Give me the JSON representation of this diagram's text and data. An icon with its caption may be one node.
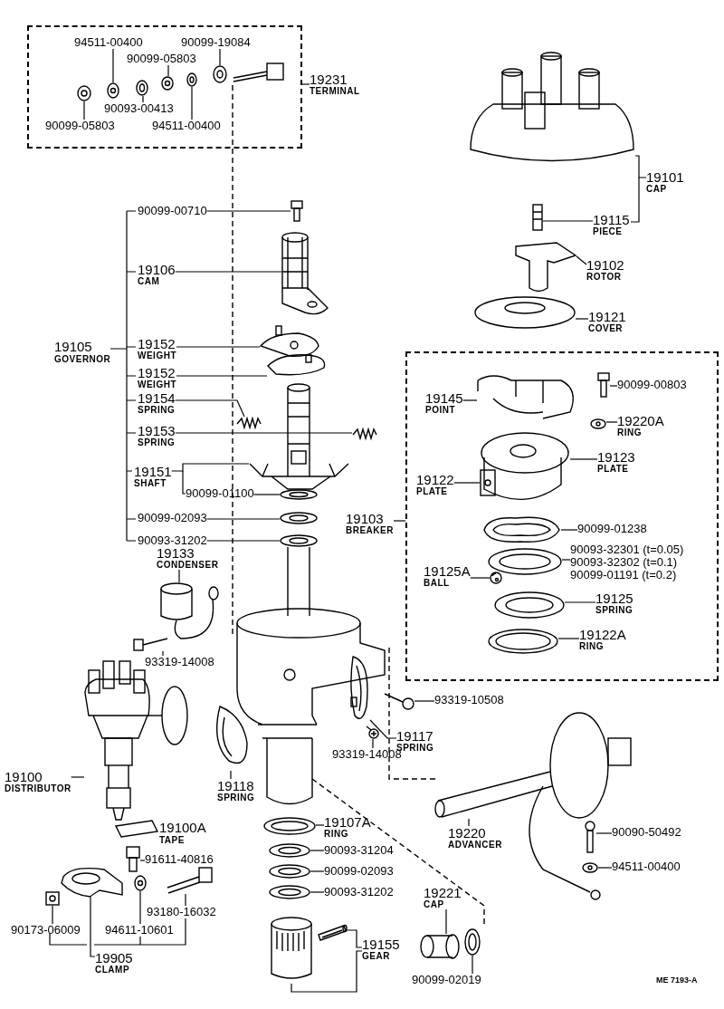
{
  "diagram": {
    "nodes": [
      {
        "text": [],
        "shape": "box"
      },
      {
        "text": [
          "94511-00400"
        ],
        "in": 0
      },
      {
        "text": [
          "90099-19084"
        ],
        "in": 0
      },
      {
        "text": [
          "90099-05803"
        ],
        "in": 0
      },
      {
        "text": [
          "90093-00413"
        ],
        "in": 0
      },
      {
        "text": [
          "94511-00400"
        ],
        "in": 0
      },
      {
        "text": [
          "90099-05803"
        ],
        "in": 0
      },
      {
        "text": [
          "19231",
          "TERMINAL"
        ]
      },
      {
        "text": [
          "19101",
          "CAP"
        ]
      },
      {
        "text": [
          "90099-00710"
        ]
      },
      {
        "text": [
          "19115",
          "PIECE"
        ]
      },
      {
        "text": [
          "19106",
          "CAM"
        ]
      },
      {
        "text": [
          "19102",
          "ROTOR"
        ]
      },
      {
        "text": [
          "19121",
          "COVER"
        ]
      },
      {
        "text": [
          "19152",
          "WEIGHT"
        ]
      },
      {
        "text": [
          "19152",
          "WEIGHT"
        ]
      },
      {
        "text": [],
        "shape": "box"
      },
      {
        "text": [
          "19145",
          "POINT"
        ],
        "in": 16
      },
      {
        "text": [
          "90099-00803"
        ],
        "in": 16
      },
      {
        "text": [
          "19220A",
          "RING"
        ],
        "in": 16
      },
      {
        "text": [
          "19123",
          "PLATE"
        ],
        "in": 16
      },
      {
        "text": [
          "19122",
          "PLATE"
        ],
        "in": 16
      },
      {
        "text": [
          "90099-01238"
        ],
        "in": 16
      },
      {
        "text": [
          "19125A",
          "BALL"
        ],
        "in": 16
      },
      {
        "text": [
          "90093-32301 (t=0.05)",
          "90093-32302 (t=0.1)",
          "90099-01191 (t=0.2)"
        ],
        "in": 16
      },
      {
        "text": [
          "19125",
          "SPRING"
        ],
        "in": 16
      },
      {
        "text": [
          "19122A",
          "RING"
        ],
        "in": 16
      },
      {
        "text": [
          "19154",
          "SPRING"
        ]
      },
      {
        "text": [
          "19153",
          "SPRING"
        ]
      },
      {
        "text": [
          "19151",
          "SHAFT"
        ]
      },
      {
        "text": [
          "90099-01100"
        ]
      },
      {
        "text": [
          "19103",
          "BREAKER"
        ]
      },
      {
        "text": [
          "90099-02093"
        ]
      },
      {
        "text": [
          "90093-31202"
        ]
      },
      {
        "text": [
          "19133",
          "CONDENSER"
        ]
      },
      {
        "text": [
          "93319-14008"
        ]
      },
      {
        "text": [
          "93319-10508"
        ]
      },
      {
        "text": [
          "19117",
          "SPRING"
        ]
      },
      {
        "text": [
          "19100",
          "DISTRIBUTOR"
        ]
      },
      {
        "text": [
          "19118",
          "SPRING"
        ]
      },
      {
        "text": [
          "93319-14008"
        ]
      },
      {
        "text": [
          "19220",
          "ADVANCER"
        ]
      },
      {
        "text": [
          "19107A",
          "RING"
        ]
      },
      {
        "text": [
          "90090-50492"
        ]
      },
      {
        "text": [
          "91611-40816"
        ]
      },
      {
        "text": [
          "90093-31204"
        ]
      },
      {
        "text": [
          "94511-00400"
        ]
      },
      {
        "text": [
          "90099-02093"
        ]
      },
      {
        "text": [
          "93180-16032"
        ]
      },
      {
        "text": [
          "90093-31202"
        ]
      },
      {
        "text": [
          "19221",
          "CAP"
        ]
      },
      {
        "text": [
          "90173-06009"
        ]
      },
      {
        "text": [
          "94611-10601"
        ]
      },
      {
        "text": [
          "19155",
          "GEAR"
        ]
      },
      {
        "text": [
          "19905",
          "CLAMP"
        ]
      },
      {
        "text": [
          "90099-02019"
        ]
      },
      {
        "text": [],
        "shape": "picture",
        "in": 0
      },
      {
        "text": [],
        "shape": "picture",
        "in": 0
      },
      {
        "text": [],
        "shape": "picture",
        "in": 0
      },
      {
        "text": [],
        "shape": "picture",
        "in": 0
      },
      {
        "text": [],
        "shape": "picture",
        "in": 0
      },
      {
        "text": [],
        "shape": "picture",
        "in": 0
      },
      {
        "text": [],
        "shape": "picture"
      },
      {
        "text": [],
        "shape": "picture"
      },
      {
        "text": [],
        "shape": "picture"
      },
      {
        "text": [],
        "shape": "picture"
      },
      {
        "text": [],
        "shape": "picture"
      },
      {
        "text": [],
        "shape": "picture"
      },
      {
        "text": [],
        "shape": "picture"
      },
      {
        "text": [],
        "shape": "picture"
      },
      {
        "text": [],
        "shape": "picture",
        "in": 16
      },
      {
        "text": [],
        "shape": "picture",
        "in": 16
      },
      {
        "text": [],
        "shape": "picture",
        "in": 16
      },
      {
        "text": [],
        "shape": "picture",
        "in": 16
      },
      {
        "text": [],
        "shape": "picture",
        "in": 16
      },
      {
        "text": [],
        "shape": "picture",
        "in": 16
      },
      {
        "text": [],
        "shape": "picture",
        "in": 16
      },
      {
        "text": [],
        "shape": "picture",
        "in": 16
      },
      {
        "text": [],
        "shape": "picture",
        "in": 16
      },
      {
        "text": [],
        "shape": "picture",
        "in": 16
      },
      {
        "text": [],
        "shape": "picture"
      },
      {
        "text": [],
        "shape": "picture"
      },
      {
        "text": [],
        "shape": "picture"
      },
      {
        "text": [],
        "shape": "picture"
      },
      {
        "text": [],
        "shape": "picture"
      },
      {
        "text": [],
        "shape": "picture"
      },
      {
        "text": [],
        "shape": "picture"
      },
      {
        "text": [],
        "shape": "picture"
      },
      {
        "text": [],
        "shape": "picture"
      },
      {
        "text": [],
        "shape": "picture"
      },
      {
        "text": [],
        "shape": "picture"
      },
      {
        "text": [],
        "shape": "picture"
      },
      {
        "text": [],
        "shape": "picture"
      },
      {
        "text": [],
        "shape": "picture"
      },
      {
        "text": [],
        "shape": "picture"
      },
      {
        "text": [],
        "shape": "picture"
      },
      {
        "text": [],
        "shape": "picture"
      },
      {
        "text": [],
        "shape": "picture"
      },
      {
        "text": [],
        "shape": "picture"
      },
      {
        "text": [],
        "shape": "picture"
      },
      {
        "text": [],
        "shape": "picture"
      },
      {
        "text": [],
        "shape": "picture"
      },
      {
        "text": [],
        "shape": "picture"
      },
      {
        "text": [],
        "shape": "picture"
      },
      {
        "text": [],
        "shape": "picture"
      },
      {
        "text": [],
        "shape": "picture"
      },
      {
        "text": [],
        "shape": "picture"
      },
      {
        "text": [],
        "shape": "picture"
      },
      {
        "text": [],
        "shape": "picture"
      }
    ],
    "edges": [
      {
        "from": 1,
        "to": 56,
        "arrow": "none"
      },
      {
        "from": 2,
        "to": 57,
        "arrow": "none"
      },
      {
        "from": 3,
        "to": 58,
        "arrow": "none"
      },
      {
        "from": 4,
        "to": 59,
        "arrow": "none"
      },
      {
        "from": 5,
        "to": 60,
        "arrow": "none"
      },
      {
        "from": 6,
        "to": 61,
        "arrow": "none"
      },
      {
        "from": 7,
        "to": 0,
        "arrow": "none"
      },
      {
        "from": 8,
        "to": 62,
        "arrow": "none"
      },
      {
        "from": 9,
        "to": 63,
        "arrow": "none"
      },
      {
        "from": 10,
        "to": 64,
        "arrow": "none"
      },
      {
        "from": 11,
        "to": 65,
        "arrow": "none"
      },
      {
        "from": 12,
        "to": 66,
        "arrow": "none"
      },
      {
        "from": 13,
        "to": 67,
        "arrow": "none"
      },
      {
        "from": 14,
        "to": 68,
        "arrow": "none"
      },
      {
        "from": 15,
        "to": 69,
        "arrow": "none"
      },
      {
        "from": 17,
        "to": 70,
        "arrow": "none"
      },
      {
        "from": 18,
        "to": 71,
        "arrow": "none"
      },
      {
        "from": 19,
        "to": 72,
        "arrow": "none"
      },
      {
        "from": 20,
        "to": 73,
        "arrow": "none"
      },
      {
        "from": 21,
        "to": 74,
        "arrow": "none"
      },
      {
        "from": 22,
        "to": 75,
        "arrow": "none"
      },
      {
        "from": 23,
        "to": 76,
        "arrow": "none"
      },
      {
        "from": 24,
        "to": 77,
        "arrow": "none"
      },
      {
        "from": 25,
        "to": 78,
        "arrow": "none"
      },
      {
        "from": 26,
        "to": 79,
        "arrow": "none"
      },
      {
        "from": 27,
        "to": 80,
        "arrow": "none"
      },
      {
        "from": 28,
        "to": 81,
        "arrow": "none"
      },
      {
        "from": 29,
        "to": 82,
        "arrow": "none"
      },
      {
        "from": 30,
        "to": 83,
        "arrow": "none"
      },
      {
        "from": 31,
        "to": 16,
        "arrow": "none"
      },
      {
        "from": 32,
        "to": 84,
        "arrow": "none"
      },
      {
        "from": 33,
        "to": 85,
        "arrow": "none"
      },
      {
        "from": 34,
        "to": 86,
        "arrow": "none"
      },
      {
        "from": 35,
        "to": 87,
        "arrow": "none"
      },
      {
        "from": 36,
        "to": 88,
        "arrow": "none"
      },
      {
        "from": 37,
        "to": 89,
        "arrow": "none"
      },
      {
        "from": 38,
        "to": 90,
        "arrow": "none"
      },
      {
        "from": 39,
        "to": 91,
        "arrow": "none"
      },
      {
        "from": 40,
        "to": 92,
        "arrow": "none"
      },
      {
        "from": 41,
        "to": 93,
        "arrow": "none"
      },
      {
        "from": 42,
        "to": 94,
        "arrow": "none"
      },
      {
        "from": 43,
        "to": 95,
        "arrow": "none"
      },
      {
        "from": 44,
        "to": 96,
        "arrow": "none"
      },
      {
        "from": 45,
        "to": 97,
        "arrow": "none"
      },
      {
        "from": 46,
        "to": 98,
        "arrow": "none"
      },
      {
        "from": 47,
        "to": 99,
        "arrow": "none"
      },
      {
        "from": 48,
        "to": 100,
        "arrow": "none"
      },
      {
        "from": 49,
        "to": 101,
        "arrow": "none"
      },
      {
        "from": 50,
        "to": 102,
        "arrow": "none"
      },
      {
        "from": 51,
        "to": 103,
        "arrow": "none"
      },
      {
        "from": 52,
        "to": 104,
        "arrow": "none"
      },
      {
        "from": 53,
        "to": 105,
        "arrow": "none"
      },
      {
        "from": 53,
        "to": 106,
        "arrow": "none"
      },
      {
        "from": 54,
        "to": 107,
        "arrow": "none"
      },
      {
        "from": 55,
        "to": 108,
        "arrow": "none"
      }
    ],
    "labels": [
      "19105",
      "GOVERNOR",
      "19100A",
      "TAPE",
      "ME 7193-A"
    ]
  }
}
